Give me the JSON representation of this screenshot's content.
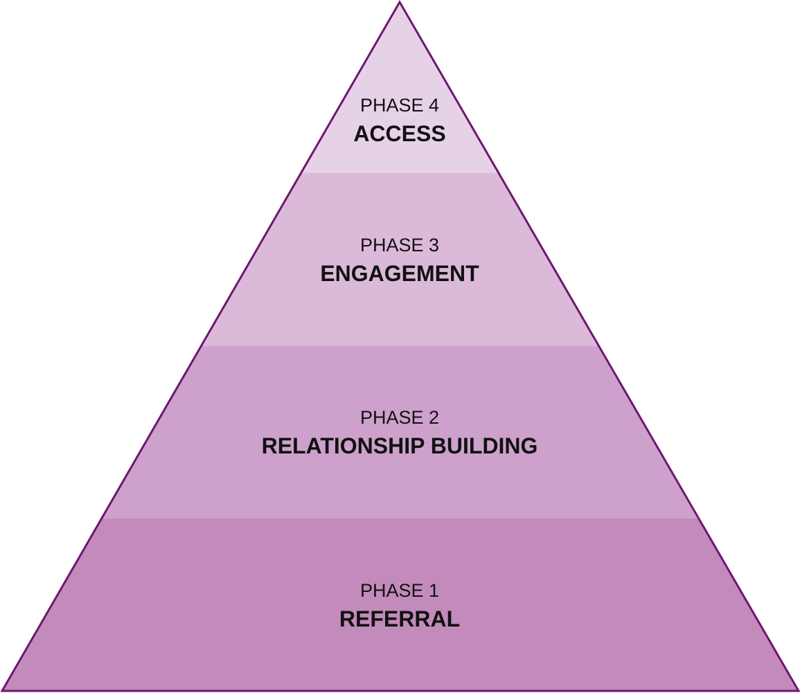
{
  "colors": {
    "outline": "#6e1670",
    "phase4": "#e6d2e7",
    "phase3": "#dbb9d9",
    "phase2": "#cda1cb",
    "phase1": "#c28bbb"
  },
  "levels": [
    {
      "phase": "PHASE 4",
      "name": "ACCESS"
    },
    {
      "phase": "PHASE 3",
      "name": "ENGAGEMENT"
    },
    {
      "phase": "PHASE 2",
      "name": "RELATIONSHIP BUILDING"
    },
    {
      "phase": "PHASE 1",
      "name": "REFERRAL"
    }
  ]
}
